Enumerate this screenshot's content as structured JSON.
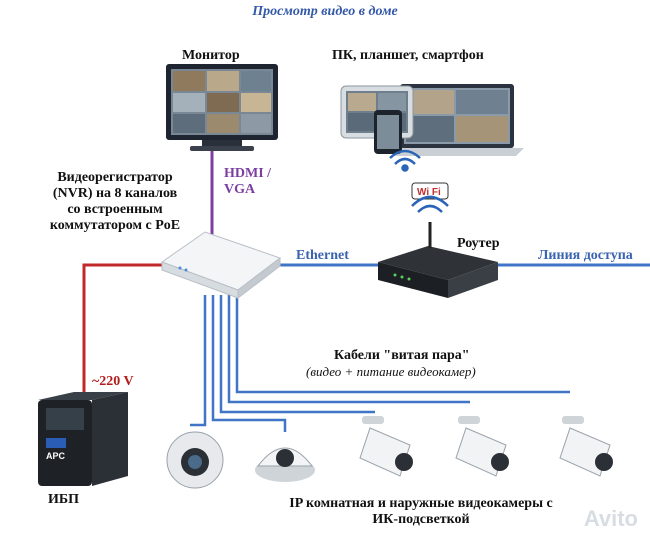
{
  "title": "Просмотр видео в доме",
  "labels": {
    "monitor": "Монитор",
    "devices": "ПК, планшет, смартфон",
    "nvr_line1": "Видеорегистратор",
    "nvr_line2": "(NVR) на 8 каналов",
    "nvr_line3": "со встроенным",
    "nvr_line4": "коммутатором с PoE",
    "hdmi_line1": "HDMI /",
    "hdmi_line2": "VGA",
    "router": "Роутер",
    "ethernet": "Ethernet",
    "access_line": "Линия доступа",
    "cables_title": "Кабели \"витая пара\"",
    "cables_sub": "(видео + питание видеокамер)",
    "voltage": "~220 V",
    "ups": "ИБП",
    "cameras_line1": "IP комнатная и наружные видеокамеры с",
    "cameras_line2": "ИК-подсветкой",
    "router_badge": "Wi Fi",
    "ups_brand": "APC"
  },
  "watermark": "Avito",
  "colors": {
    "title": "#3358a8",
    "cable_blue": "#3f74c6",
    "power_red": "#c0282a",
    "hdmi": "#7b3fa0"
  }
}
